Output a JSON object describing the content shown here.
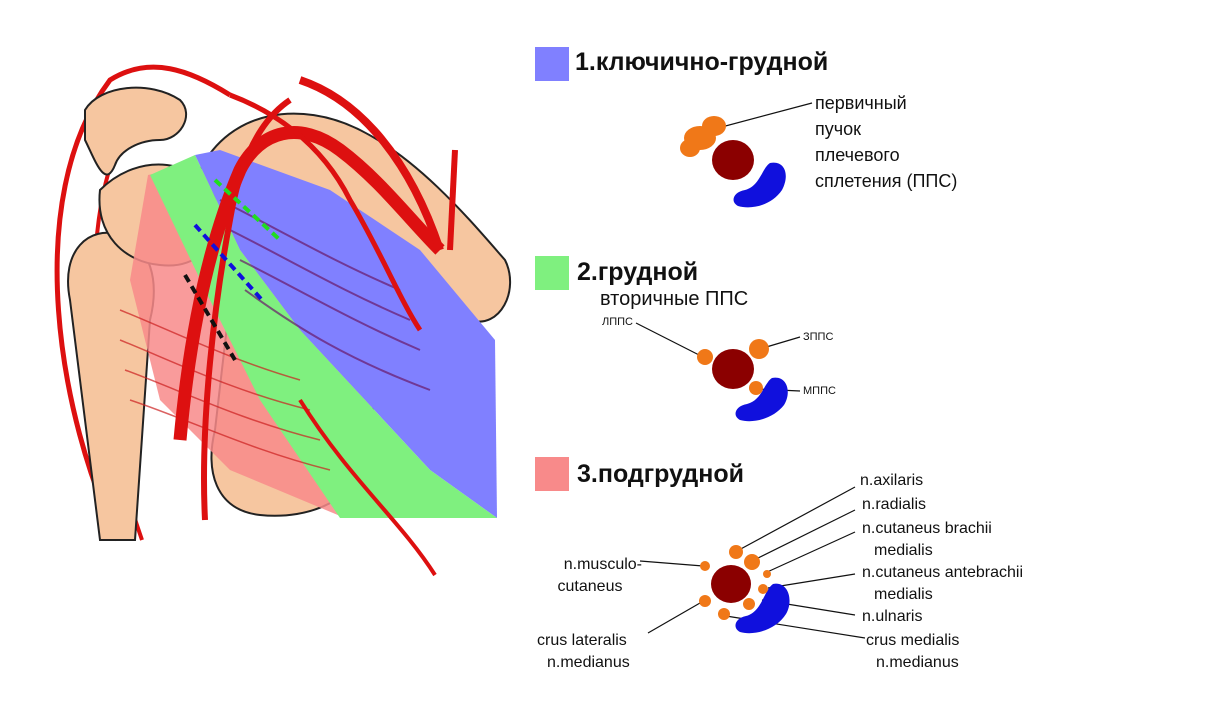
{
  "colors": {
    "zone_clavipectoral": "#8080ff",
    "zone_pectoral": "#7ff07f",
    "zone_subpectoral": "#f88a8a",
    "artery": "#8b0000",
    "vein": "#1010dd",
    "nerve": "#f07818",
    "bone": "#f6c6a0",
    "vessels_illustration": "#dd1010"
  },
  "section1": {
    "title": "1.ключично-грудной",
    "label_lines": [
      "первичный",
      "пучок",
      "плечевого",
      "сплетения (ППС)"
    ]
  },
  "section2": {
    "title": "2.грудной",
    "subtitle": "вторичные ППС",
    "label_lateral": "ЛППС",
    "label_posterior": "ЗППС",
    "label_medial": "МППС"
  },
  "section3": {
    "title": "3.подгрудной",
    "labels": {
      "musculocutaneus_1": "n.musculo-",
      "musculocutaneus_2": "cutaneus",
      "crus_lateralis_1": "crus lateralis",
      "crus_lateralis_2": "n.medianus",
      "axilaris": "n.axilaris",
      "radialis": "n.radialis",
      "cut_brachii_1": "n.cutaneus brachii",
      "cut_brachii_2": "medialis",
      "cut_antebrachii_1": "n.cutaneus antebrachii",
      "cut_antebrachii_2": "medialis",
      "ulnaris": "n.ulnaris",
      "crus_medialis_1": "crus medialis",
      "crus_medialis_2": "n.medianus"
    }
  }
}
